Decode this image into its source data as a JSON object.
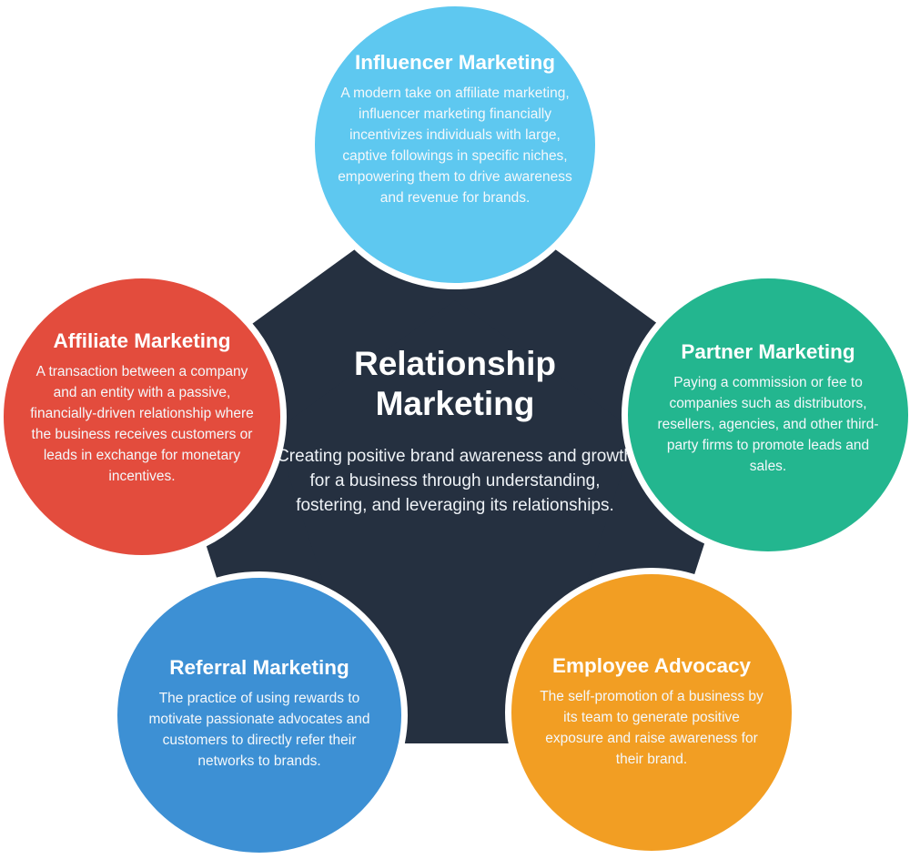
{
  "center": {
    "title": "Relationship Marketing",
    "description": "Creating positive brand awareness and growth for a business through understanding, fostering, and leveraging its relationships.",
    "color": "#253040"
  },
  "circles": {
    "influencer": {
      "title": "Influencer Marketing",
      "description": "A modern take on affiliate marketing, influencer marketing financially incentivizes individuals with large, captive followings in specific niches, empowering them to drive awareness and revenue for brands.",
      "color": "#5ec8f0"
    },
    "affiliate": {
      "title": "Affiliate Marketing",
      "description": "A transaction between a company and an entity with a passive, financially-driven relationship where the business receives customers or leads in exchange for monetary incentives.",
      "color": "#e34c3d"
    },
    "partner": {
      "title": "Partner Marketing",
      "description": "Paying a commission or fee to companies such as distributors, resellers, agencies, and other third-party firms to promote leads and sales.",
      "color": "#23b68f"
    },
    "referral": {
      "title": "Referral Marketing",
      "description": "The practice of using rewards to motivate passionate advocates and customers to directly refer their networks to brands.",
      "color": "#3d90d4"
    },
    "employee": {
      "title": "Employee Advocacy",
      "description": "The self-promotion of a business by its team to generate positive exposure and raise awareness for their brand.",
      "color": "#f29e23"
    }
  }
}
